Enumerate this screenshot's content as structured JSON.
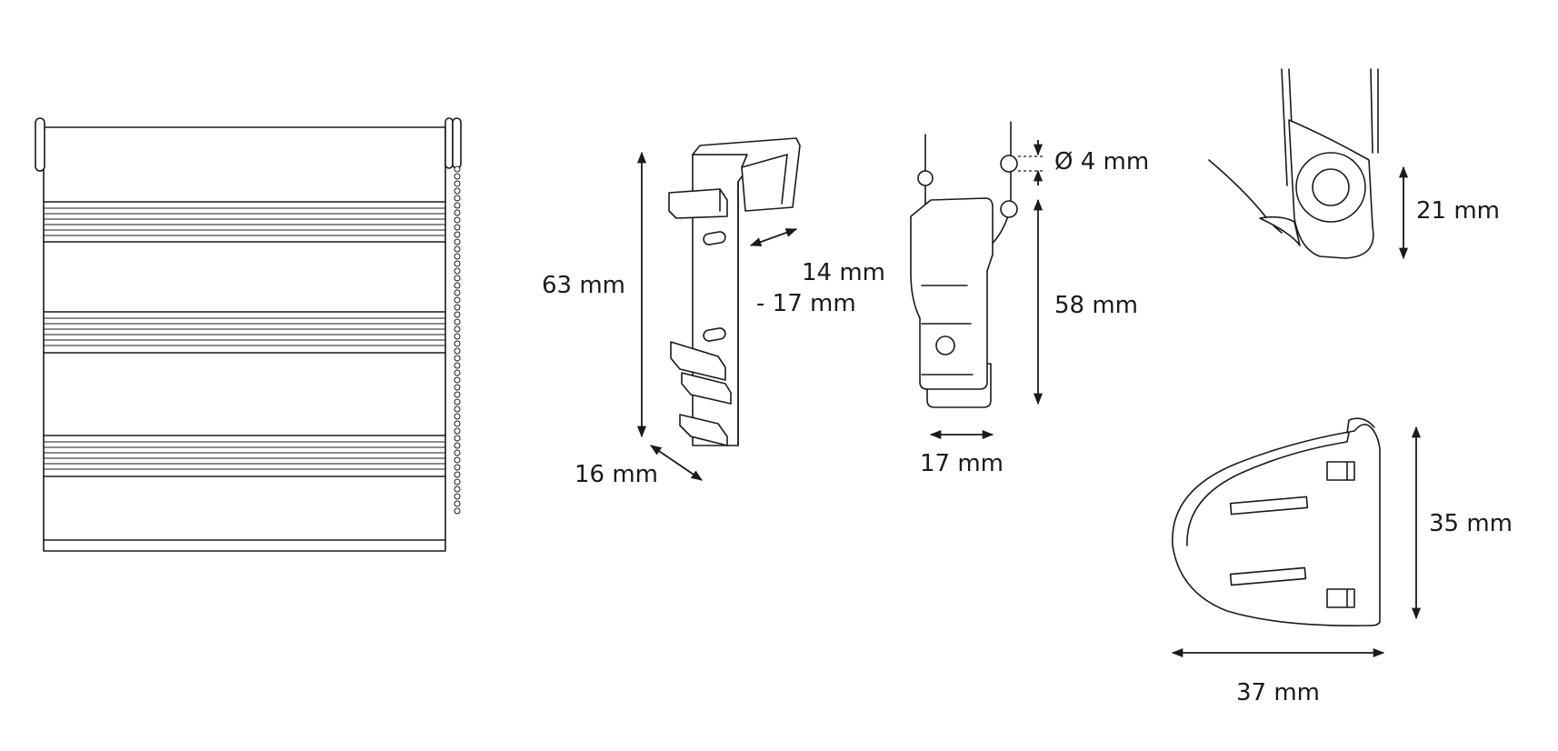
{
  "figures": {
    "blind": {},
    "bracket": {
      "height_label": "63 mm",
      "width_label_line1": "14 mm",
      "width_label_line2": "- 17 mm",
      "depth_label": "16 mm"
    },
    "clip": {
      "cord_diameter_label": "Ø 4 mm",
      "height_label": "58 mm",
      "width_label": "17 mm"
    },
    "hook": {
      "height_label": "21 mm"
    },
    "end_cap": {
      "height_label": "35 mm",
      "width_label": "37 mm"
    }
  }
}
